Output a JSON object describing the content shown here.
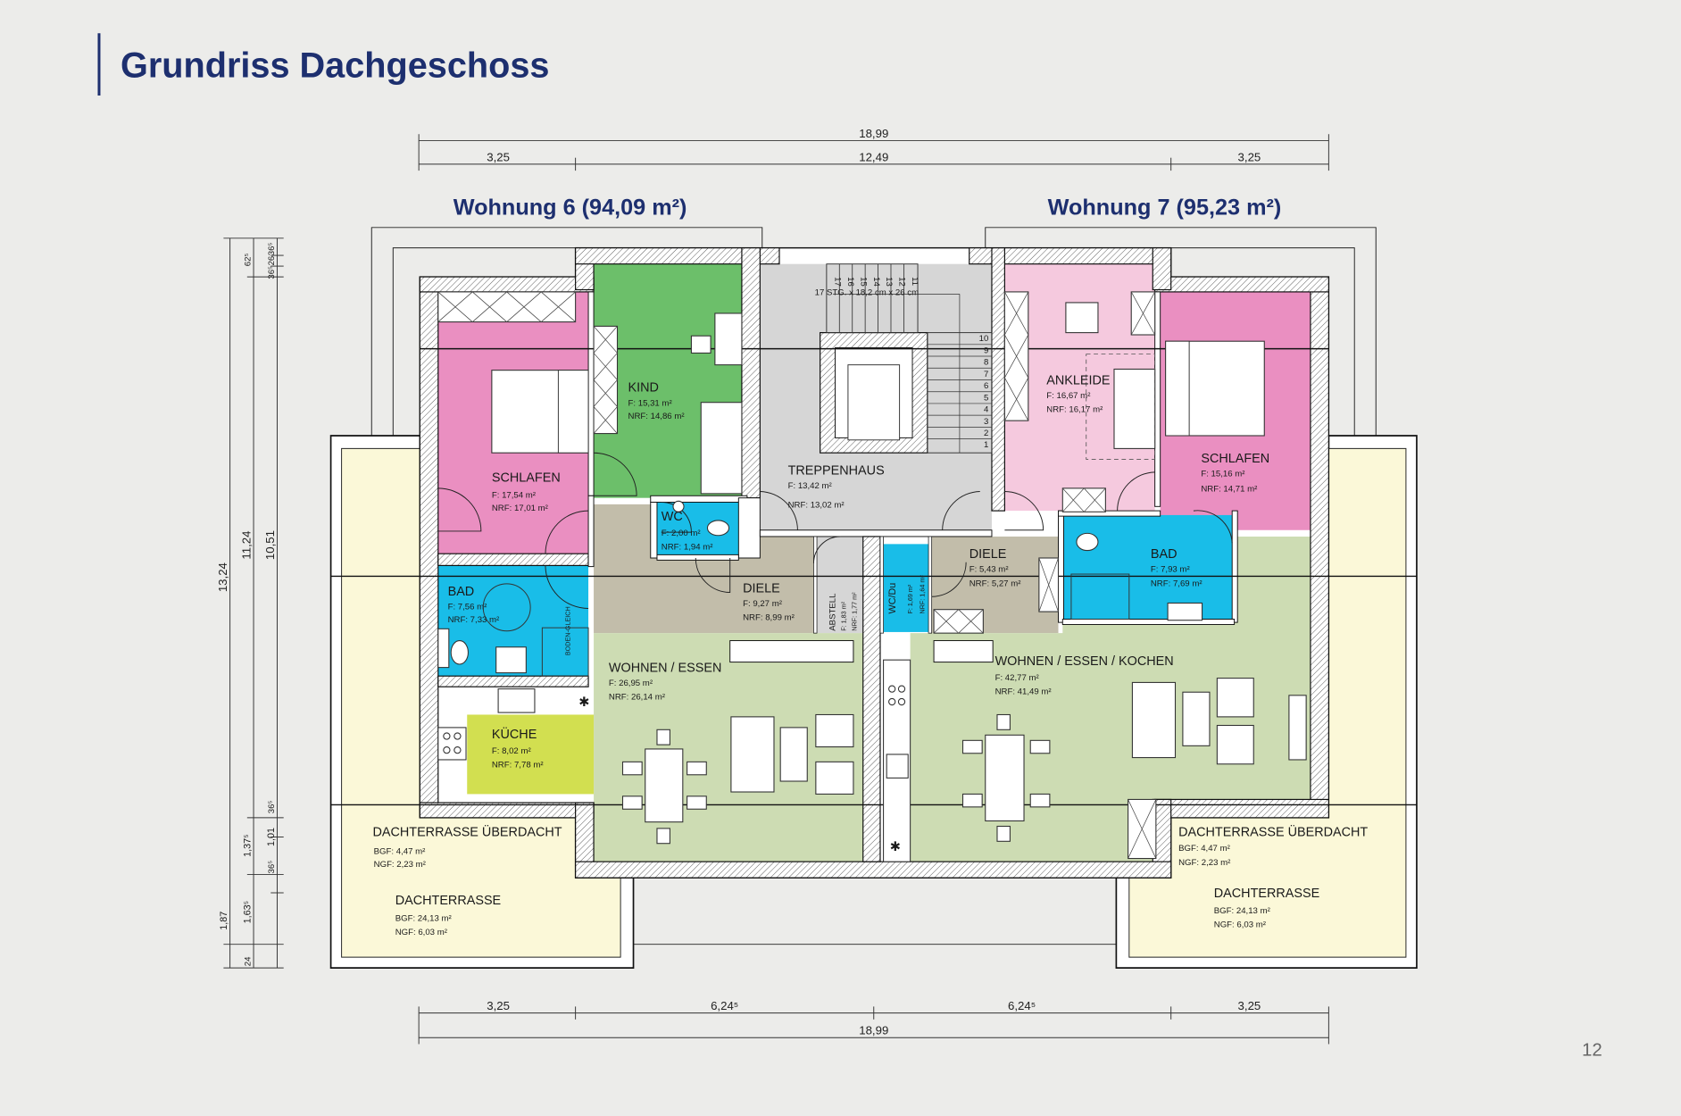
{
  "title": "Grundriss Dachgeschoss",
  "page_number": "12",
  "colors": {
    "title": "#1d2f6f",
    "schlafen": "#ea8fc1",
    "kind": "#6cbf6a",
    "bad": "#19bde8",
    "kueche": "#d2df50",
    "wohnen": "#cddcb3",
    "diele": "#c2bdaa",
    "treppenhaus": "#d6d6d6",
    "ankleide": "#f5c9de",
    "terrasse": "#fbf8d8"
  },
  "apartments": [
    {
      "label": "Wohnung 6  (94,09 m²)"
    },
    {
      "label": "Wohnung 7  (95,23 m²)"
    }
  ],
  "rooms": {
    "schlafen6": {
      "name": "SCHLAFEN",
      "f": "F: 17,54 m²",
      "nrf": "NRF: 17,01 m²"
    },
    "kind": {
      "name": "KIND",
      "f": "F: 15,31 m²",
      "nrf": "NRF: 14,86 m²"
    },
    "wc6": {
      "name": "WC",
      "f": "F: 2,00 m²",
      "nrf": "NRF: 1,94 m²"
    },
    "bad6": {
      "name": "BAD",
      "f": "F: 7,56 m²",
      "nrf": "NRF: 7,33 m²"
    },
    "diele6": {
      "name": "DIELE",
      "f": "F: 9,27 m²",
      "nrf": "NRF: 8,99 m²"
    },
    "kueche": {
      "name": "KÜCHE",
      "f": "F: 8,02 m²",
      "nrf": "NRF: 7,78 m²"
    },
    "wohnen6": {
      "name": "WOHNEN / ESSEN",
      "f": "F: 26,95 m²",
      "nrf": "NRF: 26,14 m²"
    },
    "treppenhaus": {
      "name": "TREPPENHAUS",
      "f": "F: 13,42 m²",
      "nrf": "NRF: 13,02 m²"
    },
    "abstell": {
      "name": "ABSTELL",
      "f": "F: 1,83 m²",
      "nrf": "NRF: 1,77 m²"
    },
    "wcdu": {
      "name": "WC/Du",
      "f": "F: 1,69 m²",
      "nrf": "NRF: 1,64 m²"
    },
    "diele7": {
      "name": "DIELE",
      "f": "F: 5,43 m²",
      "nrf": "NRF: 5,27 m²"
    },
    "ankleide": {
      "name": "ANKLEIDE",
      "f": "F: 16,67 m²",
      "nrf": "NRF: 16,17 m²"
    },
    "schlafen7": {
      "name": "SCHLAFEN",
      "f": "F: 15,16 m²",
      "nrf": "NRF: 14,71 m²"
    },
    "bad7": {
      "name": "BAD",
      "f": "F: 7,93 m²",
      "nrf": "NRF: 7,69 m²"
    },
    "wohnen7": {
      "name": "WOHNEN / ESSEN / KOCHEN",
      "f": "F: 42,77 m²",
      "nrf": "NRF: 41,49 m²"
    }
  },
  "terraces": {
    "ueberdacht_left": {
      "name": "DACHTERRASSE ÜBERDACHT",
      "bgf": "BGF: 4,47 m²",
      "ngf": "NGF: 2,23 m²"
    },
    "terrasse_left": {
      "name": "DACHTERRASSE",
      "bgf": "BGF: 24,13 m²",
      "ngf": "NGF: 6,03 m²"
    },
    "ueberdacht_right": {
      "name": "DACHTERRASSE ÜBERDACHT",
      "bgf": "BGF: 4,47 m²",
      "ngf": "NGF: 2,23 m²"
    },
    "terrasse_right": {
      "name": "DACHTERRASSE",
      "bgf": "BGF: 24,13 m²",
      "ngf": "NGF: 6,03 m²"
    }
  },
  "stairs": {
    "note": "17 STG. x 18,2 cm x 26 cm",
    "upper_steps": [
      "17",
      "16",
      "15",
      "14",
      "13",
      "12",
      "11"
    ],
    "lower_steps": [
      "10",
      "9",
      "8",
      "7",
      "6",
      "5",
      "4",
      "3",
      "2",
      "1"
    ]
  },
  "labels": {
    "bodengleich": "BODEN-GLEICH"
  },
  "dimensions": {
    "top_total": "18,99",
    "top_left": "3,25",
    "top_middle": "12,49",
    "top_right": "3,25",
    "bottom_seg1": "3,25",
    "bottom_seg2": "6,24⁵",
    "bottom_seg3": "6,24⁵",
    "bottom_seg4": "3,25",
    "bottom_total": "18,99",
    "left_overall": "13,24",
    "left_a": "11,24",
    "left_b": "10,51",
    "left_c1": "62⁵",
    "left_c2": "36⁵",
    "left_c3": "26",
    "left_c4": "36⁵",
    "left_d1": "1,37⁵",
    "left_d2": "36⁵",
    "left_d3": "1,01",
    "left_d4": "36⁵",
    "left_e1": "1,87",
    "left_e2": "1,63⁵",
    "left_e3": "24"
  }
}
